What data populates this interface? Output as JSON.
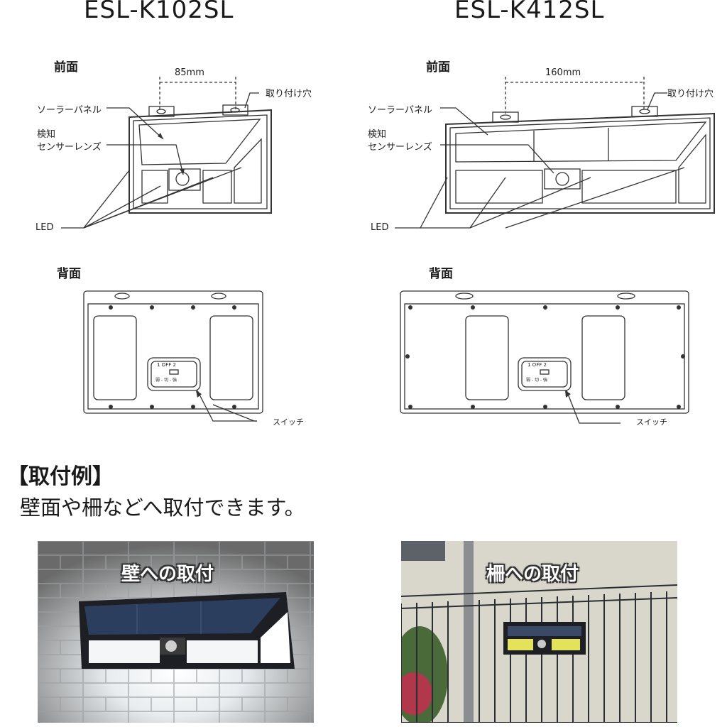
{
  "models": {
    "left": {
      "name": "ESL-K102SL",
      "front_label": "前面",
      "width_dim": "85mm",
      "mount_hole": "取り付け穴",
      "solar_panel": "ソーラーパネル",
      "sensor_line1": "検知",
      "sensor_line2": "センサーレンズ",
      "led": "LED",
      "back_label": "背面",
      "switch_label": "スイッチ",
      "switch_top": "1 OFF 2",
      "switch_bottom": "弱 - 切 - 強"
    },
    "right": {
      "name": "ESL-K412SL",
      "front_label": "前面",
      "width_dim": "160mm",
      "mount_hole": "取り付け穴",
      "solar_panel": "ソーラーパネル",
      "sensor_line1": "検知",
      "sensor_line2": "センサーレンズ",
      "led": "LED",
      "back_label": "背面",
      "switch_label": "スイッチ",
      "switch_top": "1 OFF 2",
      "switch_bottom": "弱 - 切 - 強"
    }
  },
  "examples": {
    "heading": "【取付例】",
    "description": "壁面や柵などへ取付できます。",
    "photo_wall_caption": "壁への取付",
    "photo_fence_caption": "柵への取付"
  }
}
